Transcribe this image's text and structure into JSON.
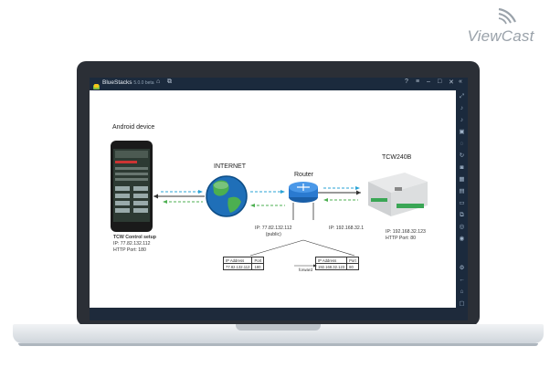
{
  "brand": {
    "logo_text": "ViewCast"
  },
  "window": {
    "app_name": "BlueStacks",
    "version": "5.0.0 beta"
  },
  "titlebar_icons": [
    "home-icon",
    "multi-instance-icon",
    "help-icon",
    "menu-icon",
    "minimize-icon",
    "maximize-icon",
    "close-icon",
    "collapse-icon"
  ],
  "sidebar_icons": [
    "fullscreen-icon",
    "volume-up-icon",
    "volume-down-icon",
    "keyboard-icon",
    "controls-icon",
    "rotate-icon",
    "camera-icon",
    "media-icon",
    "apk-icon",
    "folder-icon",
    "copy-icon",
    "eco-icon",
    "location-icon",
    "settings-icon",
    "back-icon",
    "home-icon",
    "recent-apps-icon"
  ],
  "diagram": {
    "android_title": "Android device",
    "android_info": [
      "TCW Control setup",
      "IP: 77.82.132.112",
      "HTTP Port: 180"
    ],
    "internet_label": "INTERNET",
    "router_label": "Router",
    "router_public": [
      "IP: 77.82.132.112",
      "(public)"
    ],
    "router_local": "IP: 192.168.32.1",
    "device_title": "TCW240B",
    "device_info": [
      "IP: 192.168.32.123",
      "HTTP Port: 80"
    ],
    "table_left": {
      "headers": [
        "IP Address",
        "Port"
      ],
      "row": [
        "77.82.132.112",
        "180"
      ]
    },
    "forward_label": "forward",
    "table_right": {
      "headers": [
        "IP Address",
        "Port"
      ],
      "row": [
        "192.168.32.123",
        "80"
      ]
    }
  }
}
